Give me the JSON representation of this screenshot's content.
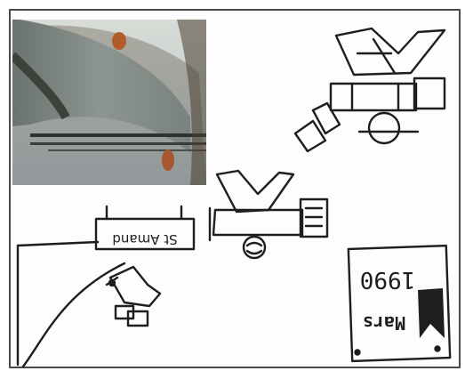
{
  "sign": {
    "label": "St Amand"
  },
  "card": {
    "year": "1990",
    "month": "Mars"
  },
  "colors": {
    "ink": "#1e1e1e",
    "frame": "#4a4a4a",
    "paper": "#fdfdfd"
  }
}
